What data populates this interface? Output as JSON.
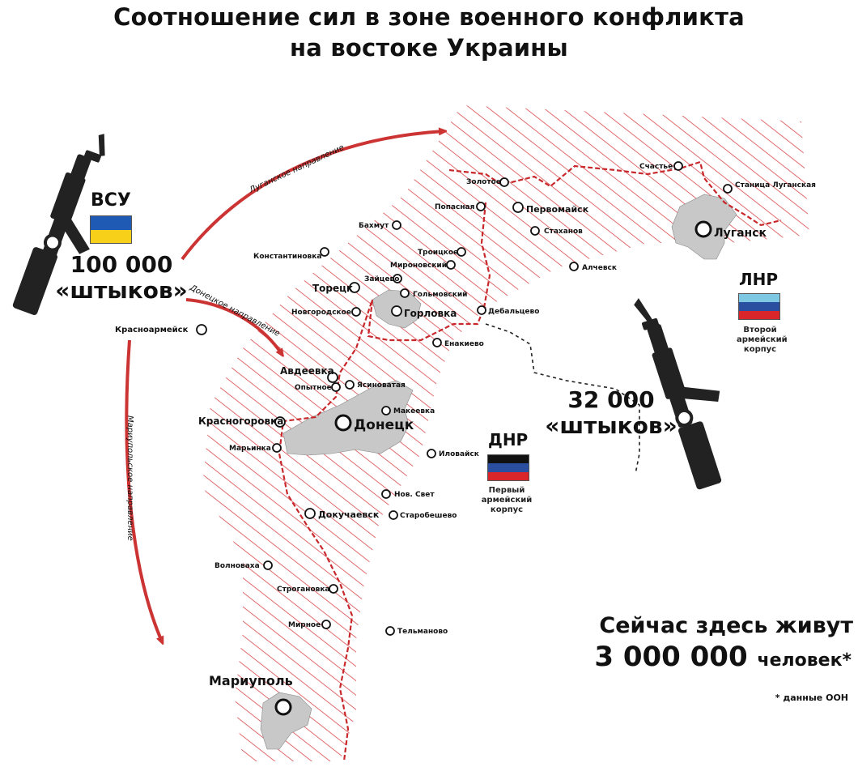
{
  "title": {
    "line1": "Соотношение сил в зоне военного конфликта",
    "line2": "на востоке Украины"
  },
  "forces": {
    "ukraine": {
      "label": "ВСУ",
      "count": "100 000",
      "unit": "«штыков»",
      "flag_colors": [
        "#1f5bb5",
        "#f6d019"
      ]
    },
    "lnr": {
      "label": "ЛНР",
      "corps": "Второй армейский корпус",
      "flag_colors": [
        "#7ec8e3",
        "#2a4fa0",
        "#d8262b"
      ]
    },
    "dnr": {
      "label": "ДНР",
      "corps": "Первый армейский корпус",
      "flag_colors": [
        "#111111",
        "#2a4fa0",
        "#d8262b"
      ]
    },
    "separatists": {
      "count": "32 000",
      "unit": "«штыков»"
    }
  },
  "directions": {
    "lugansk": "Луганское направление",
    "donetsk": "Донецкое направление",
    "mariupol": "Мариупольское направление"
  },
  "population": {
    "line1": "Сейчас здесь живут",
    "number": "3 000 000",
    "unit": "человек*"
  },
  "footnote": "* данные ООН",
  "cities": {
    "shchastye": "Счастье",
    "stanitsa": "Станица Луганская",
    "zolotoe": "Золотое",
    "popasnaya": "Попасная",
    "pervomaisk": "Первомайск",
    "stakhanov": "Стаханов",
    "lugansk": "Луганск",
    "bakhmut": "Бахмут",
    "konstantinovka": "Константиновка",
    "troitskoe": "Троицкое",
    "mironovsky": "Мироновский",
    "zaitsevo": "Зайцево",
    "golmovsky": "Гольмовский",
    "alchevsk": "Алчевск",
    "toretsk": "Торецк",
    "novgorodskoe": "Новгородское",
    "gorlovka": "Горловка",
    "debaltsevo": "Дебальцево",
    "enakievo": "Енакиево",
    "krasnoarmeysk": "Красноармейск",
    "avdeevka": "Авдеевка",
    "opytnoe": "Опытное",
    "yasinovataya": "Ясиноватая",
    "makeevka": "Макеевка",
    "krasnogorovka": "Красногоровка",
    "donetsk": "Донецк",
    "maryinka": "Марьинка",
    "ilovaysk": "Иловайск",
    "nov_svet": "Нов. Свет",
    "dokuchaevsk": "Докучаевск",
    "starobeshevo": "Старобешево",
    "volnovakha": "Волноваха",
    "stroganovka": "Строгановка",
    "mirnoe": "Мирное",
    "telmanovo": "Тельманово",
    "mariupol": "Мариуполь"
  },
  "colors": {
    "hatch": "#d9474a",
    "frontline": "#c8282b",
    "arrow": "#cc3333",
    "urban": "#c8c8c8"
  },
  "icons": [
    "rifle-icon",
    "city-marker-icon",
    "arrow-icon"
  ]
}
